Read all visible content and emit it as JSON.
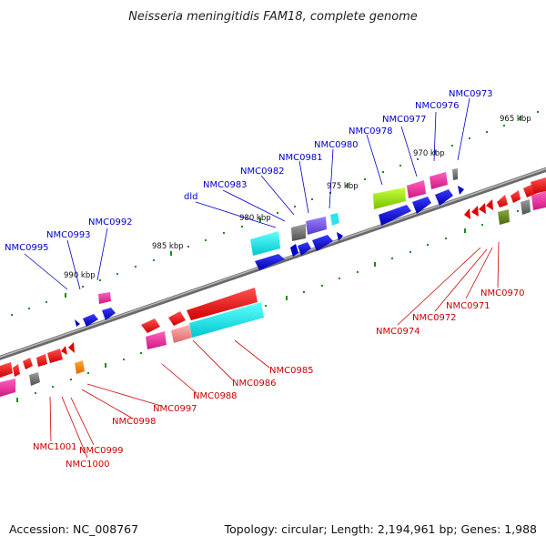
{
  "title": "Neisseria meningitidis FAM18, complete genome",
  "footer": {
    "accession": "Accession: NC_008767",
    "summary": "Topology: circular; Length: 2,194,961 bp; Genes: 1,988"
  },
  "scale_labels": [
    "965 kbp",
    "970 kbp",
    "975 kbp",
    "980 kbp",
    "985 kbp",
    "990 kbp"
  ],
  "genes_forward": [
    "NMC0973",
    "NMC0976",
    "NMC0977",
    "NMC0978",
    "NMC0980",
    "NMC0981",
    "NMC0982",
    "NMC0983",
    "dld",
    "NMC0992",
    "NMC0993",
    "NMC0995"
  ],
  "genes_reverse": [
    "NMC0970",
    "NMC0971",
    "NMC0972",
    "NMC0974",
    "NMC0985",
    "NMC0986",
    "NMC0988",
    "NMC0997",
    "NMC0998",
    "NMC1001",
    "NMC0999",
    "NMC1000"
  ],
  "colors": {
    "forward_label": "#0000cc",
    "reverse_label": "#cc0000",
    "backbone": "#808080",
    "tick": "#1a8c1a"
  }
}
